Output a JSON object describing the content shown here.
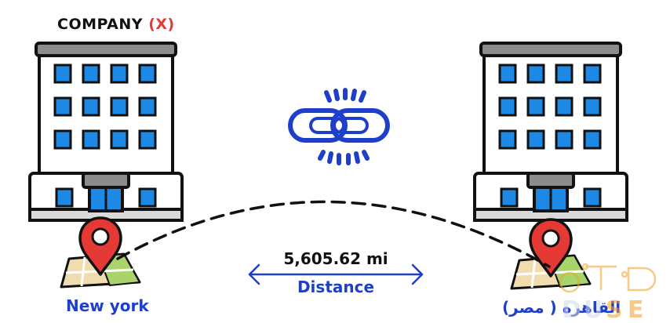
{
  "company": {
    "name": "COMPANY",
    "tag": "(X)"
  },
  "locations": {
    "left": "New york",
    "right": "القاهره ( مصر)"
  },
  "distance": {
    "value": "5,605.62 mi",
    "label": "Distance"
  },
  "colors": {
    "accent_blue": "#1e3fc9",
    "pin_red": "#e53935",
    "window_blue": "#1e88e5",
    "building_gray": "#d9d9d9",
    "roof_gray": "#8c8c8c",
    "map_beige": "#f0dcae",
    "map_green": "#a9d46b",
    "watermark_orange": "#f0a020"
  },
  "icons": {
    "link": "chain-link-icon",
    "pin": "location-pin-icon",
    "building": "office-building-icon",
    "watermark": "logo-watermark"
  }
}
